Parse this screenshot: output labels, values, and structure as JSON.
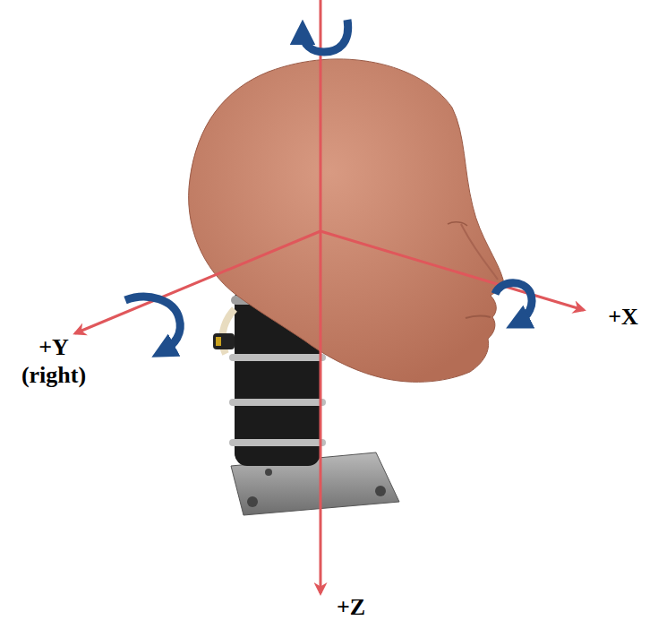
{
  "diagram": {
    "labels": [
      "+X",
      "+Y (right)",
      "+Z"
    ]
  }
}
